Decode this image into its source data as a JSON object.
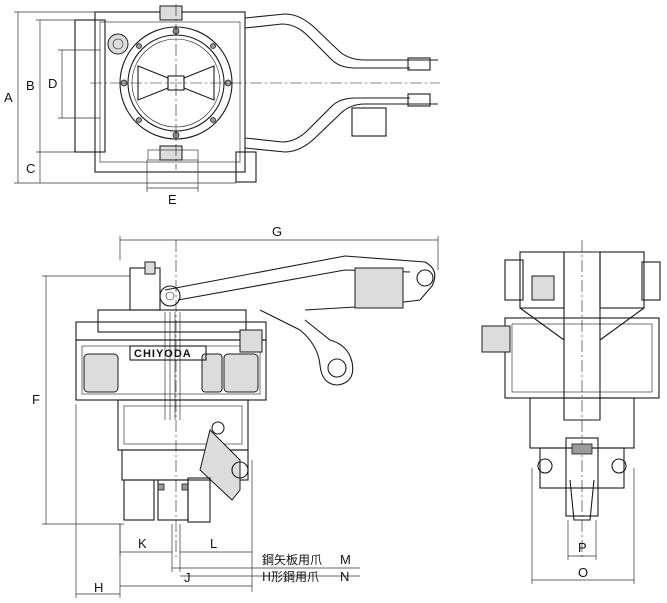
{
  "labels": {
    "A": "A",
    "B": "B",
    "C": "C",
    "D": "D",
    "E": "E",
    "F": "F",
    "G": "G",
    "H": "H",
    "J": "J",
    "K": "K",
    "L": "L",
    "M": "M",
    "N": "N",
    "O": "O",
    "P": "P"
  },
  "notes": {
    "sheet_pile_claw": "鋼矢板用爪",
    "h_steel_claw": "H形鋼用爪"
  },
  "brand": "CHIYODA"
}
